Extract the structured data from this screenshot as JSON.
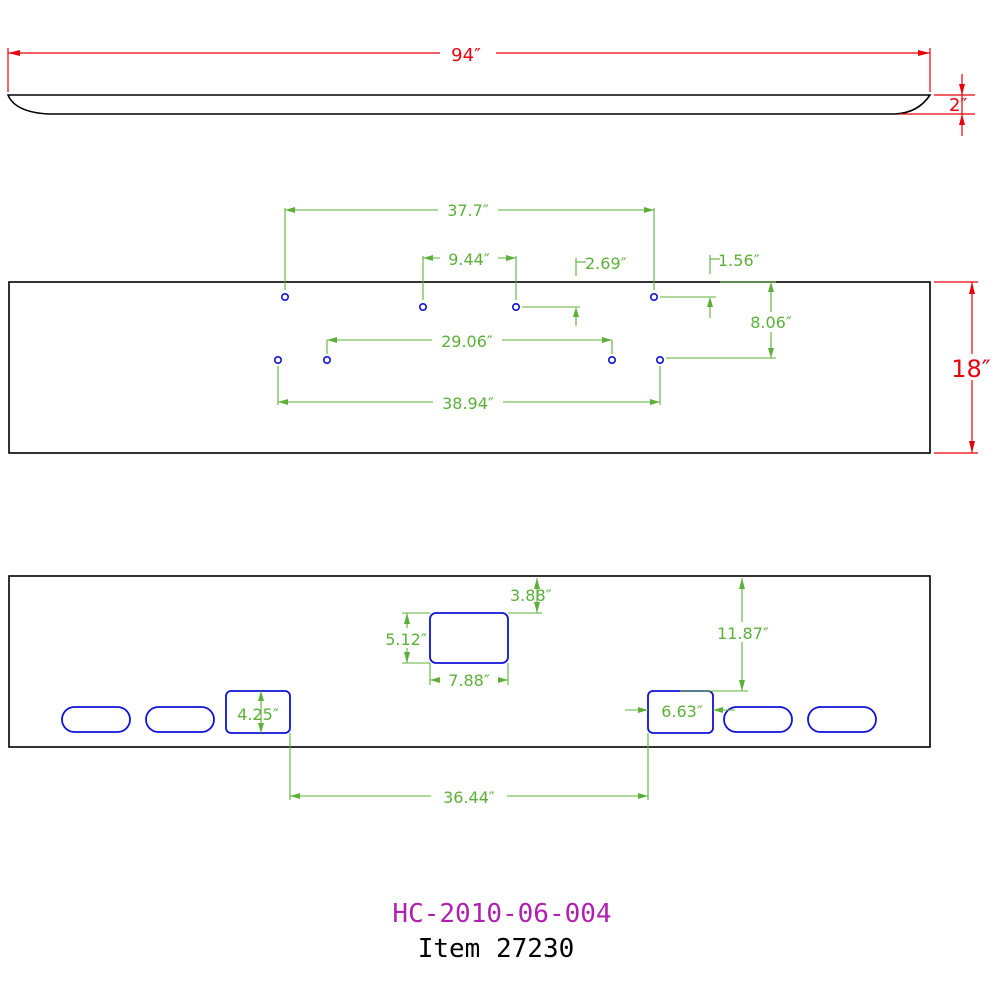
{
  "colors": {
    "outline": "#000000",
    "overall_dimension": "#e8000b",
    "dimension": "#5cb03a",
    "hole": "#1010d8",
    "part_number": "#b020b0",
    "item": "#000000"
  },
  "side_view": {
    "length_label": "94″",
    "height_label": "2″"
  },
  "top_view": {
    "height_label": "18″",
    "dims": {
      "d_37_7": "37.7″",
      "d_9_44": "9.44″",
      "d_2_69": "2.69″",
      "d_1_56": "1.56″",
      "d_8_06": "8.06″",
      "d_29_06": "29.06″",
      "d_38_94": "38.94″"
    }
  },
  "front_view": {
    "dims": {
      "d_3_88": "3.88″",
      "d_5_12": "5.12″",
      "d_7_88": "7.88″",
      "d_11_87": "11.87″",
      "d_4_25": "4.25″",
      "d_6_63": "6.63″",
      "d_36_44": "36.44″"
    }
  },
  "title_block": {
    "part_number": "HC-2010-06-004",
    "item": "Item 27230"
  }
}
